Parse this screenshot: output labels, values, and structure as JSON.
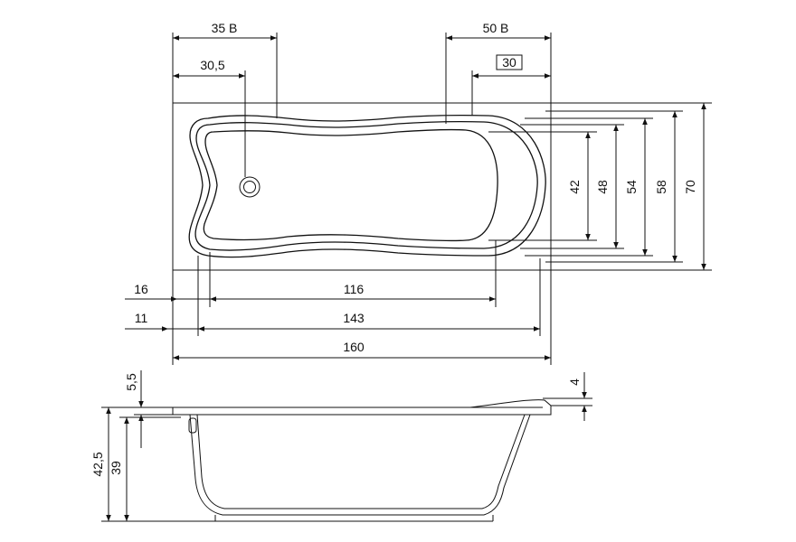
{
  "top_view": {
    "dims": {
      "w_35b": "35 B",
      "w_30_5": "30,5",
      "w_50b": "50 B",
      "w_30_boxed": "30",
      "h_42": "42",
      "h_48": "48",
      "h_54": "54",
      "h_58": "58",
      "h_70": "70",
      "l_16": "16",
      "l_116": "116",
      "l_11": "11",
      "l_143": "143",
      "l_160": "160"
    }
  },
  "side_view": {
    "dims": {
      "h_5_5": "5,5",
      "h_4": "4",
      "h_42_5": "42,5",
      "h_39": "39"
    }
  }
}
